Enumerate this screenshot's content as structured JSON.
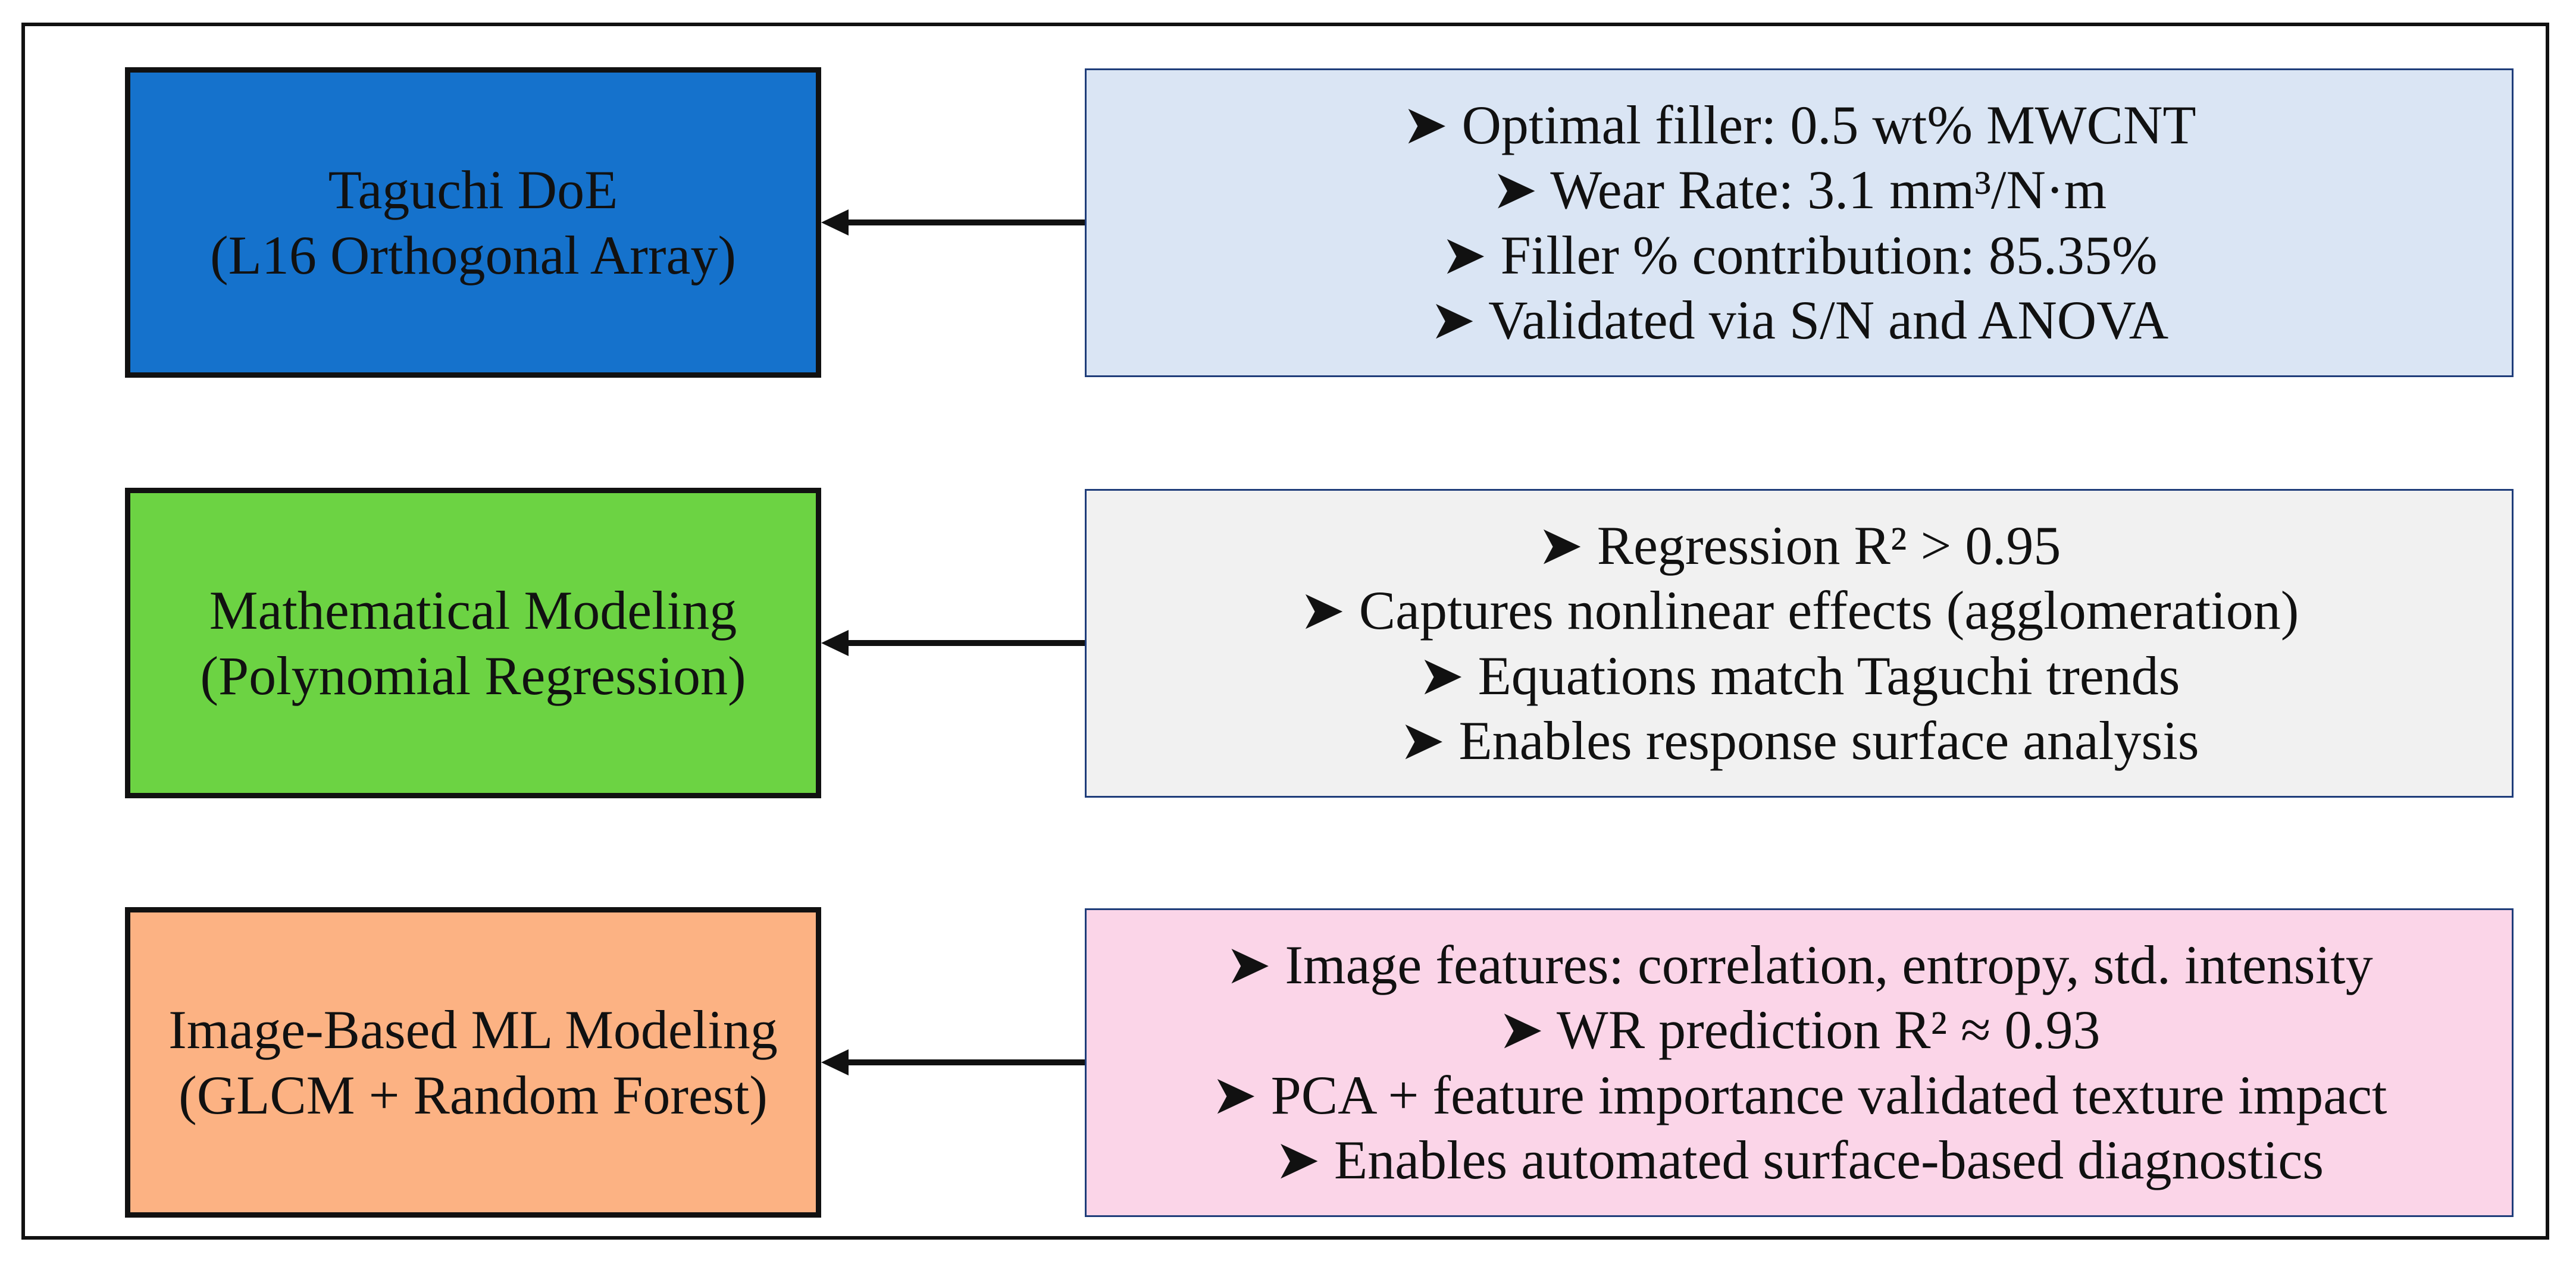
{
  "colors": {
    "taguchi_box": "#1572cc",
    "math_box": "#6cd343",
    "ml_box": "#fcb283",
    "taguchi_panel": "#dae5f4",
    "math_panel": "#f1f1f1",
    "ml_panel": "#fbd5e8",
    "border": "#111111",
    "panel_border": "#1f3d7a"
  },
  "rows": [
    {
      "method": {
        "line1": "Taguchi DoE",
        "line2": "(L16 Orthogonal Array)"
      },
      "findings": [
        "➤ Optimal filler: 0.5 wt% MWCNT",
        "➤ Wear Rate: 3.1 mm³/N·m",
        "➤ Filler % contribution: 85.35%",
        "➤ Validated via S/N and ANOVA"
      ]
    },
    {
      "method": {
        "line1": "Mathematical Modeling",
        "line2": "(Polynomial Regression)"
      },
      "findings": [
        "➤ Regression R² > 0.95",
        "➤ Captures nonlinear effects (agglomeration)",
        "➤ Equations match Taguchi trends",
        "➤ Enables response surface analysis"
      ]
    },
    {
      "method": {
        "line1": "Image-Based ML Modeling",
        "line2": "(GLCM + Random Forest)"
      },
      "findings": [
        "➤ Image features: correlation, entropy, std. intensity",
        "➤ WR prediction R² ≈ 0.93",
        "➤ PCA + feature importance validated texture impact",
        "➤ Enables automated surface-based diagnostics"
      ]
    }
  ]
}
